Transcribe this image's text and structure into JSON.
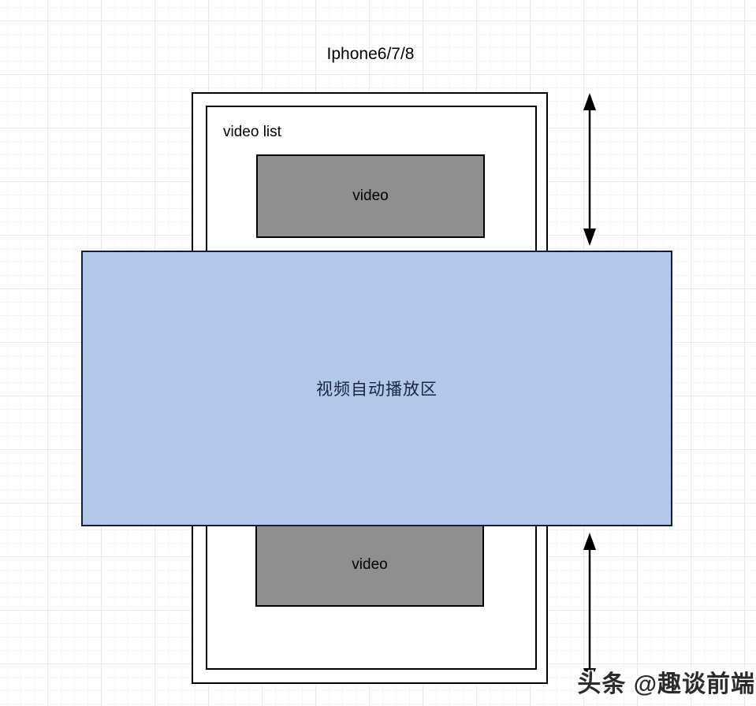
{
  "title": "Iphone6/7/8",
  "diagram": {
    "screen_label": "video list",
    "videos": [
      {
        "label": "video"
      },
      {
        "label": "video"
      }
    ],
    "autoplay_zone": {
      "label": "视频自动播放区",
      "fill_color": "#b3c7ea",
      "border_color": "#141d3e"
    },
    "video_fill_color": "#8f8f8f",
    "outline_color": "#000000"
  },
  "watermark": {
    "text": "头条 @趣谈前端"
  }
}
